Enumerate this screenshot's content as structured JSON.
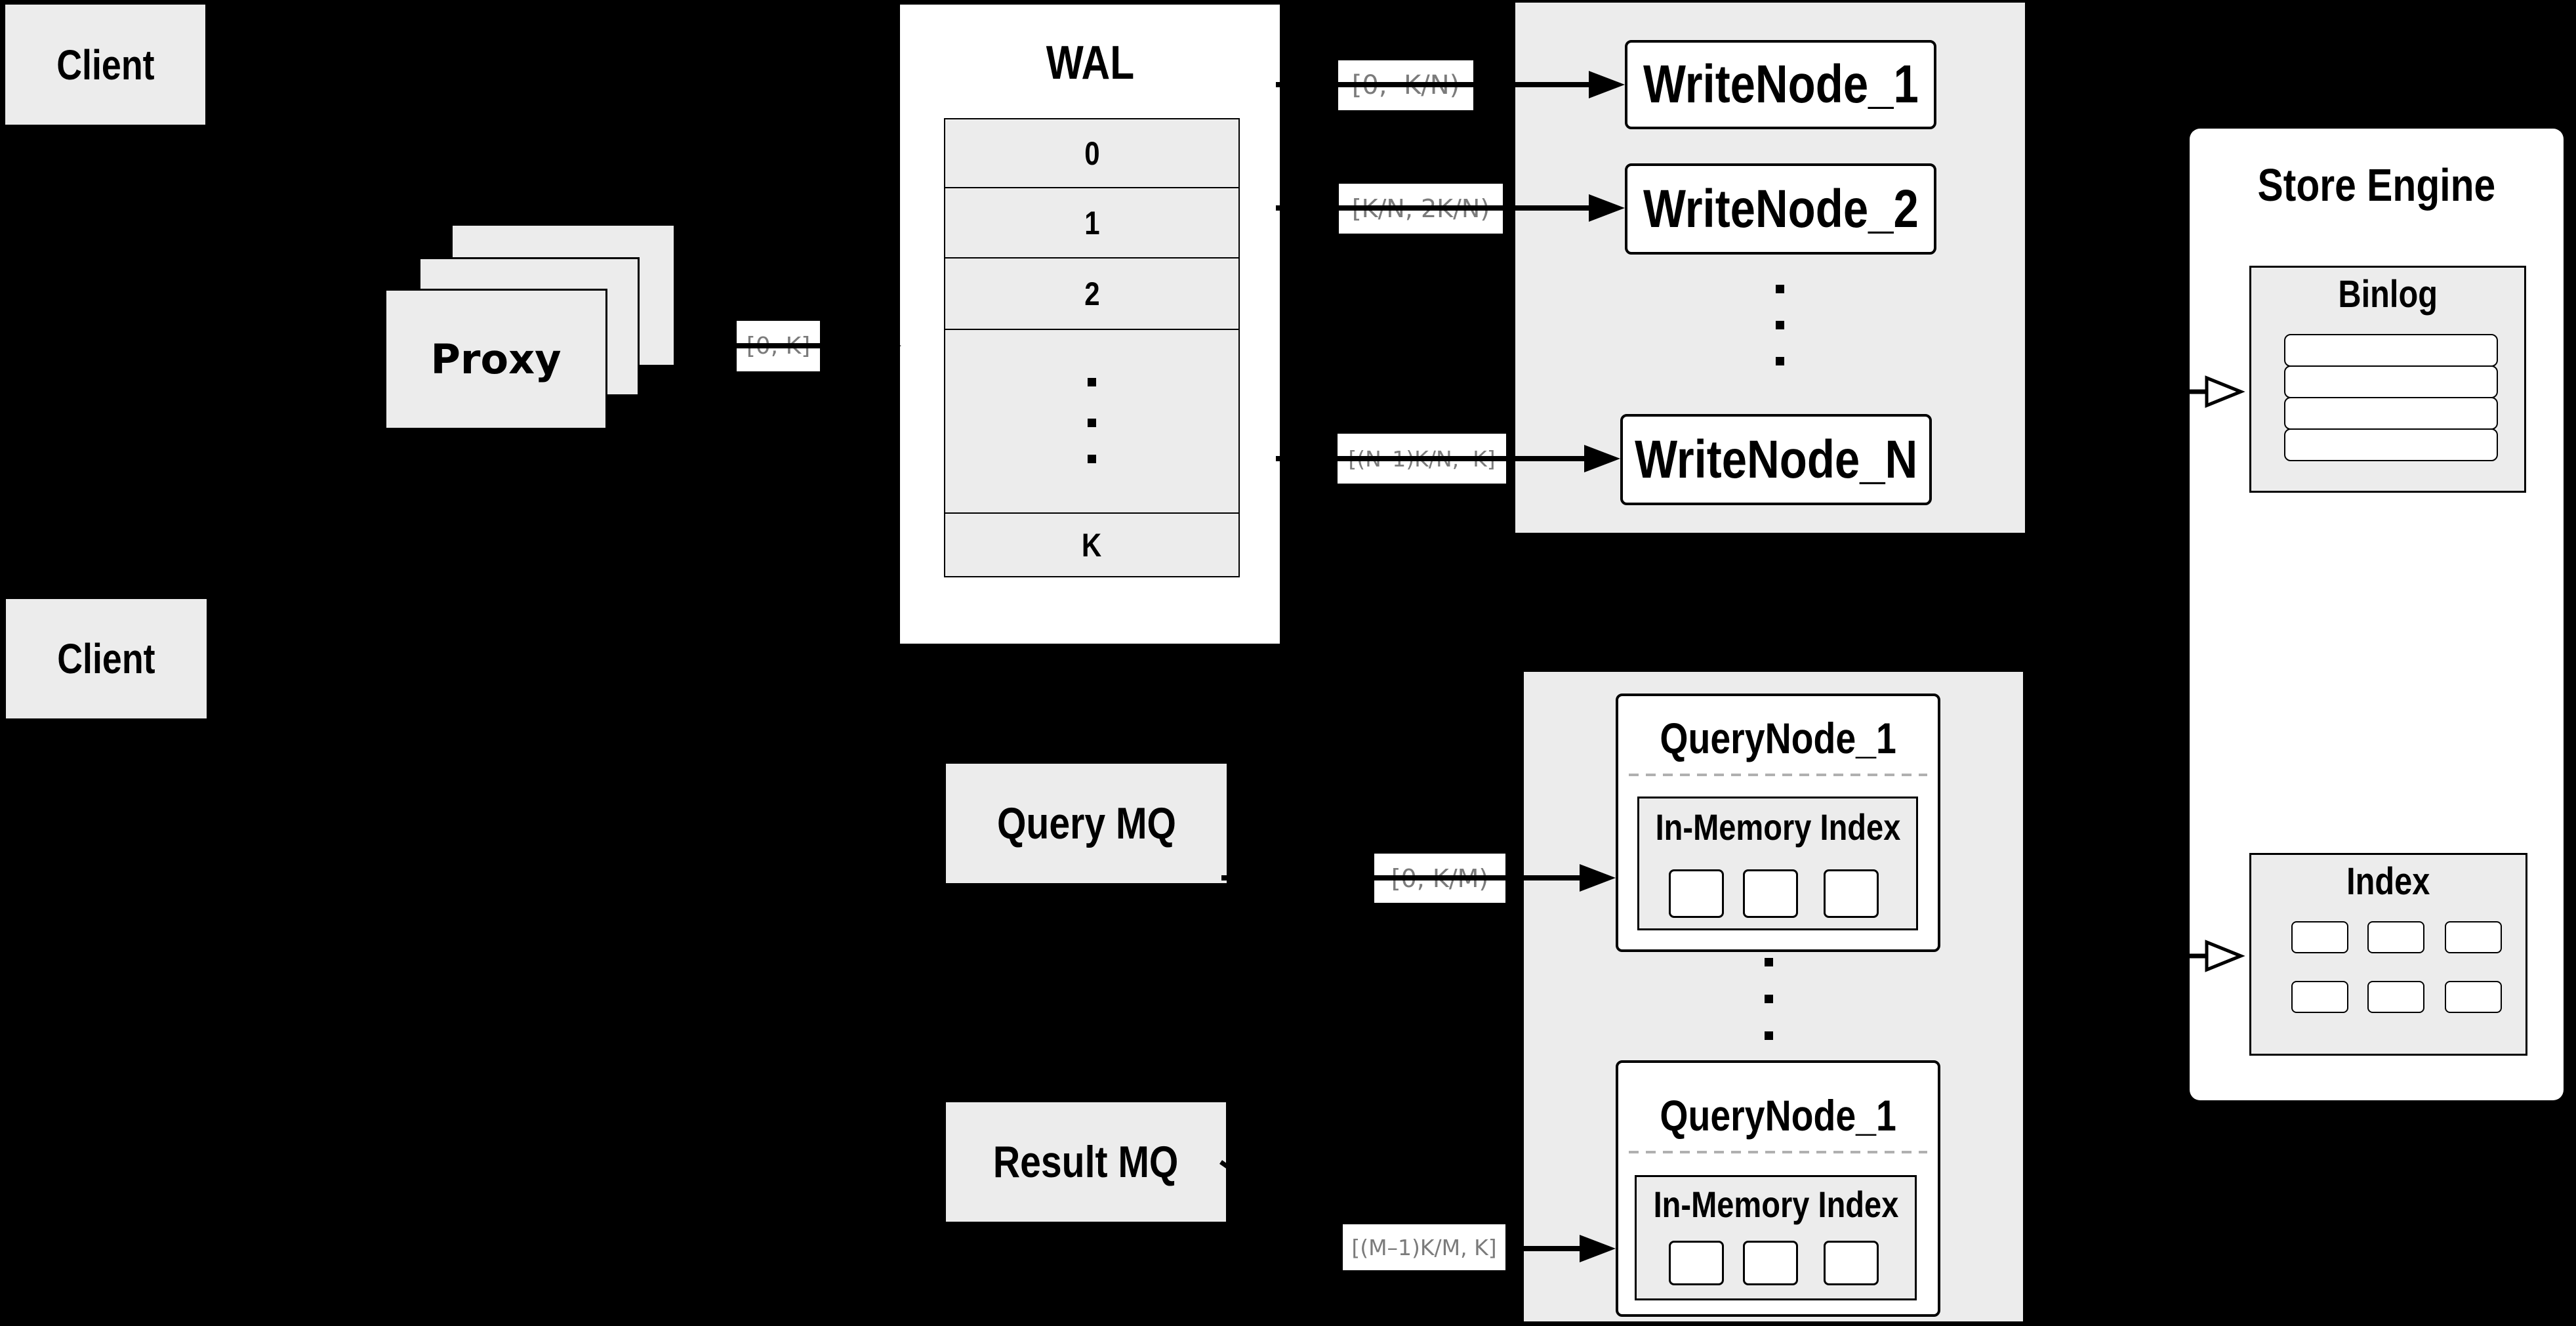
{
  "colors": {
    "background": "#000000",
    "panel_gray": "#ececec",
    "panel_white": "#ffffff",
    "border": "#000000",
    "label_text": "#7b7b7b",
    "dashed_line": "#b0b0b0"
  },
  "icons": {
    "vertical_ellipsis": "three stacked square dots",
    "solid_arrow": "black right-pointing arrow",
    "open_arrow": "white right-pointing outlined arrow"
  },
  "clients": {
    "top": {
      "label": "Client"
    },
    "bottom": {
      "label": "Client"
    }
  },
  "proxy": {
    "label": "Proxy",
    "range_label": "[0, K]"
  },
  "wal": {
    "title": "WAL",
    "segments": [
      "0",
      "1",
      "2",
      "K"
    ]
  },
  "write_cluster": {
    "nodes": [
      {
        "label": "WriteNode_1",
        "range": "[0,  K/N)"
      },
      {
        "label": "WriteNode_2",
        "range": "[K/N, 2K/N)"
      },
      {
        "label": "WriteNode_N",
        "range": "[(N–1)K/N,  K]"
      }
    ]
  },
  "mq": {
    "query": {
      "label": "Query MQ"
    },
    "result": {
      "label": "Result MQ"
    }
  },
  "query_cluster": {
    "nodes": [
      {
        "label": "QueryNode_1",
        "inner_title": "In-Memory Index",
        "range": "[0, K/M)"
      },
      {
        "label": "QueryNode_1",
        "inner_title": "In-Memory Index",
        "range": "[(M–1)K/M, K]"
      }
    ]
  },
  "store_engine": {
    "title": "Store Engine",
    "binlog": {
      "title": "Binlog"
    },
    "index": {
      "title": "Index"
    }
  }
}
